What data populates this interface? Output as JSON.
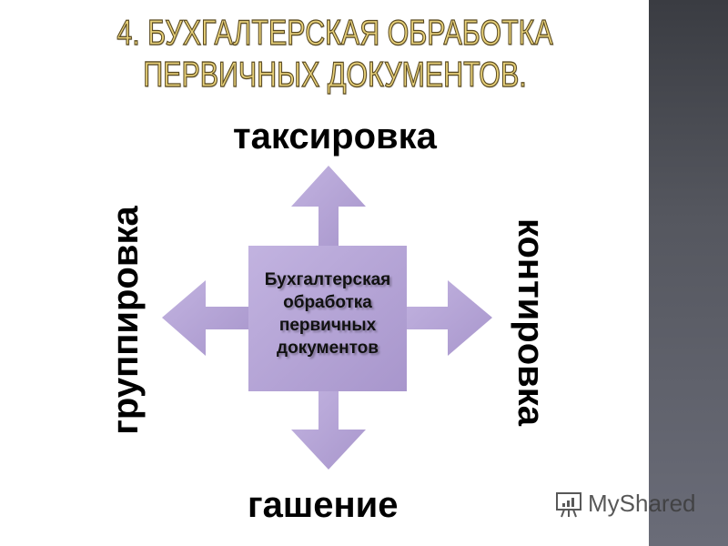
{
  "slide": {
    "title_line1": "4.  БУХГАЛТЕРСКАЯ ОБРАБОТКА",
    "title_line2": "ПЕРВИЧНЫХ ДОКУМЕНТОВ.",
    "center": [
      "Бухгалтерская",
      "обработка",
      "первичных",
      "документов"
    ],
    "top_label": "таксировка",
    "bottom_label": "гашение",
    "left_label": "группировка",
    "right_label": "контировка",
    "arrow_color": "#b4a3d6",
    "watermark": "MyShared",
    "watermark_icon": "presentation-board-icon"
  }
}
